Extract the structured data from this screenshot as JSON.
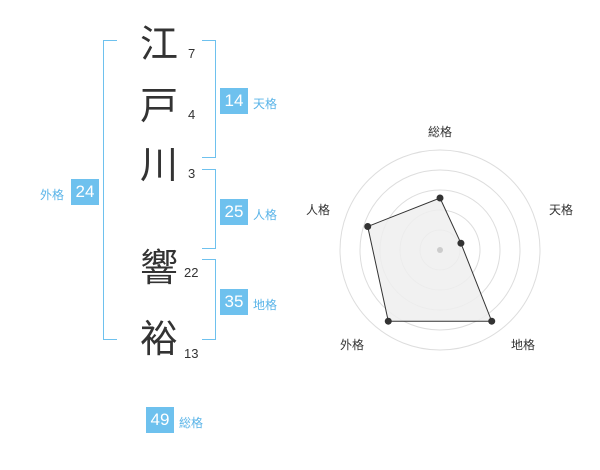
{
  "name_chars": [
    {
      "char": "江",
      "strokes": "7"
    },
    {
      "char": "戸",
      "strokes": "4"
    },
    {
      "char": "川",
      "strokes": "3"
    },
    {
      "char": "響",
      "strokes": "22"
    },
    {
      "char": "裕",
      "strokes": "13"
    }
  ],
  "scores": {
    "tenkaku": {
      "value": "14",
      "label": "天格"
    },
    "jinkaku": {
      "value": "25",
      "label": "人格"
    },
    "chikaku": {
      "value": "35",
      "label": "地格"
    },
    "gaikaku": {
      "value": "24",
      "label": "外格"
    },
    "soukaku": {
      "value": "49",
      "label": "総格"
    }
  },
  "radar": {
    "axes": [
      "総格",
      "天格",
      "地格",
      "外格",
      "人格"
    ],
    "values": [
      0.52,
      0.22,
      0.88,
      0.88,
      0.76
    ],
    "colors": {
      "fill": "#eeeeee",
      "stroke": "#333333",
      "grid": "#dddddd",
      "accent": "#6ec1ee"
    }
  }
}
